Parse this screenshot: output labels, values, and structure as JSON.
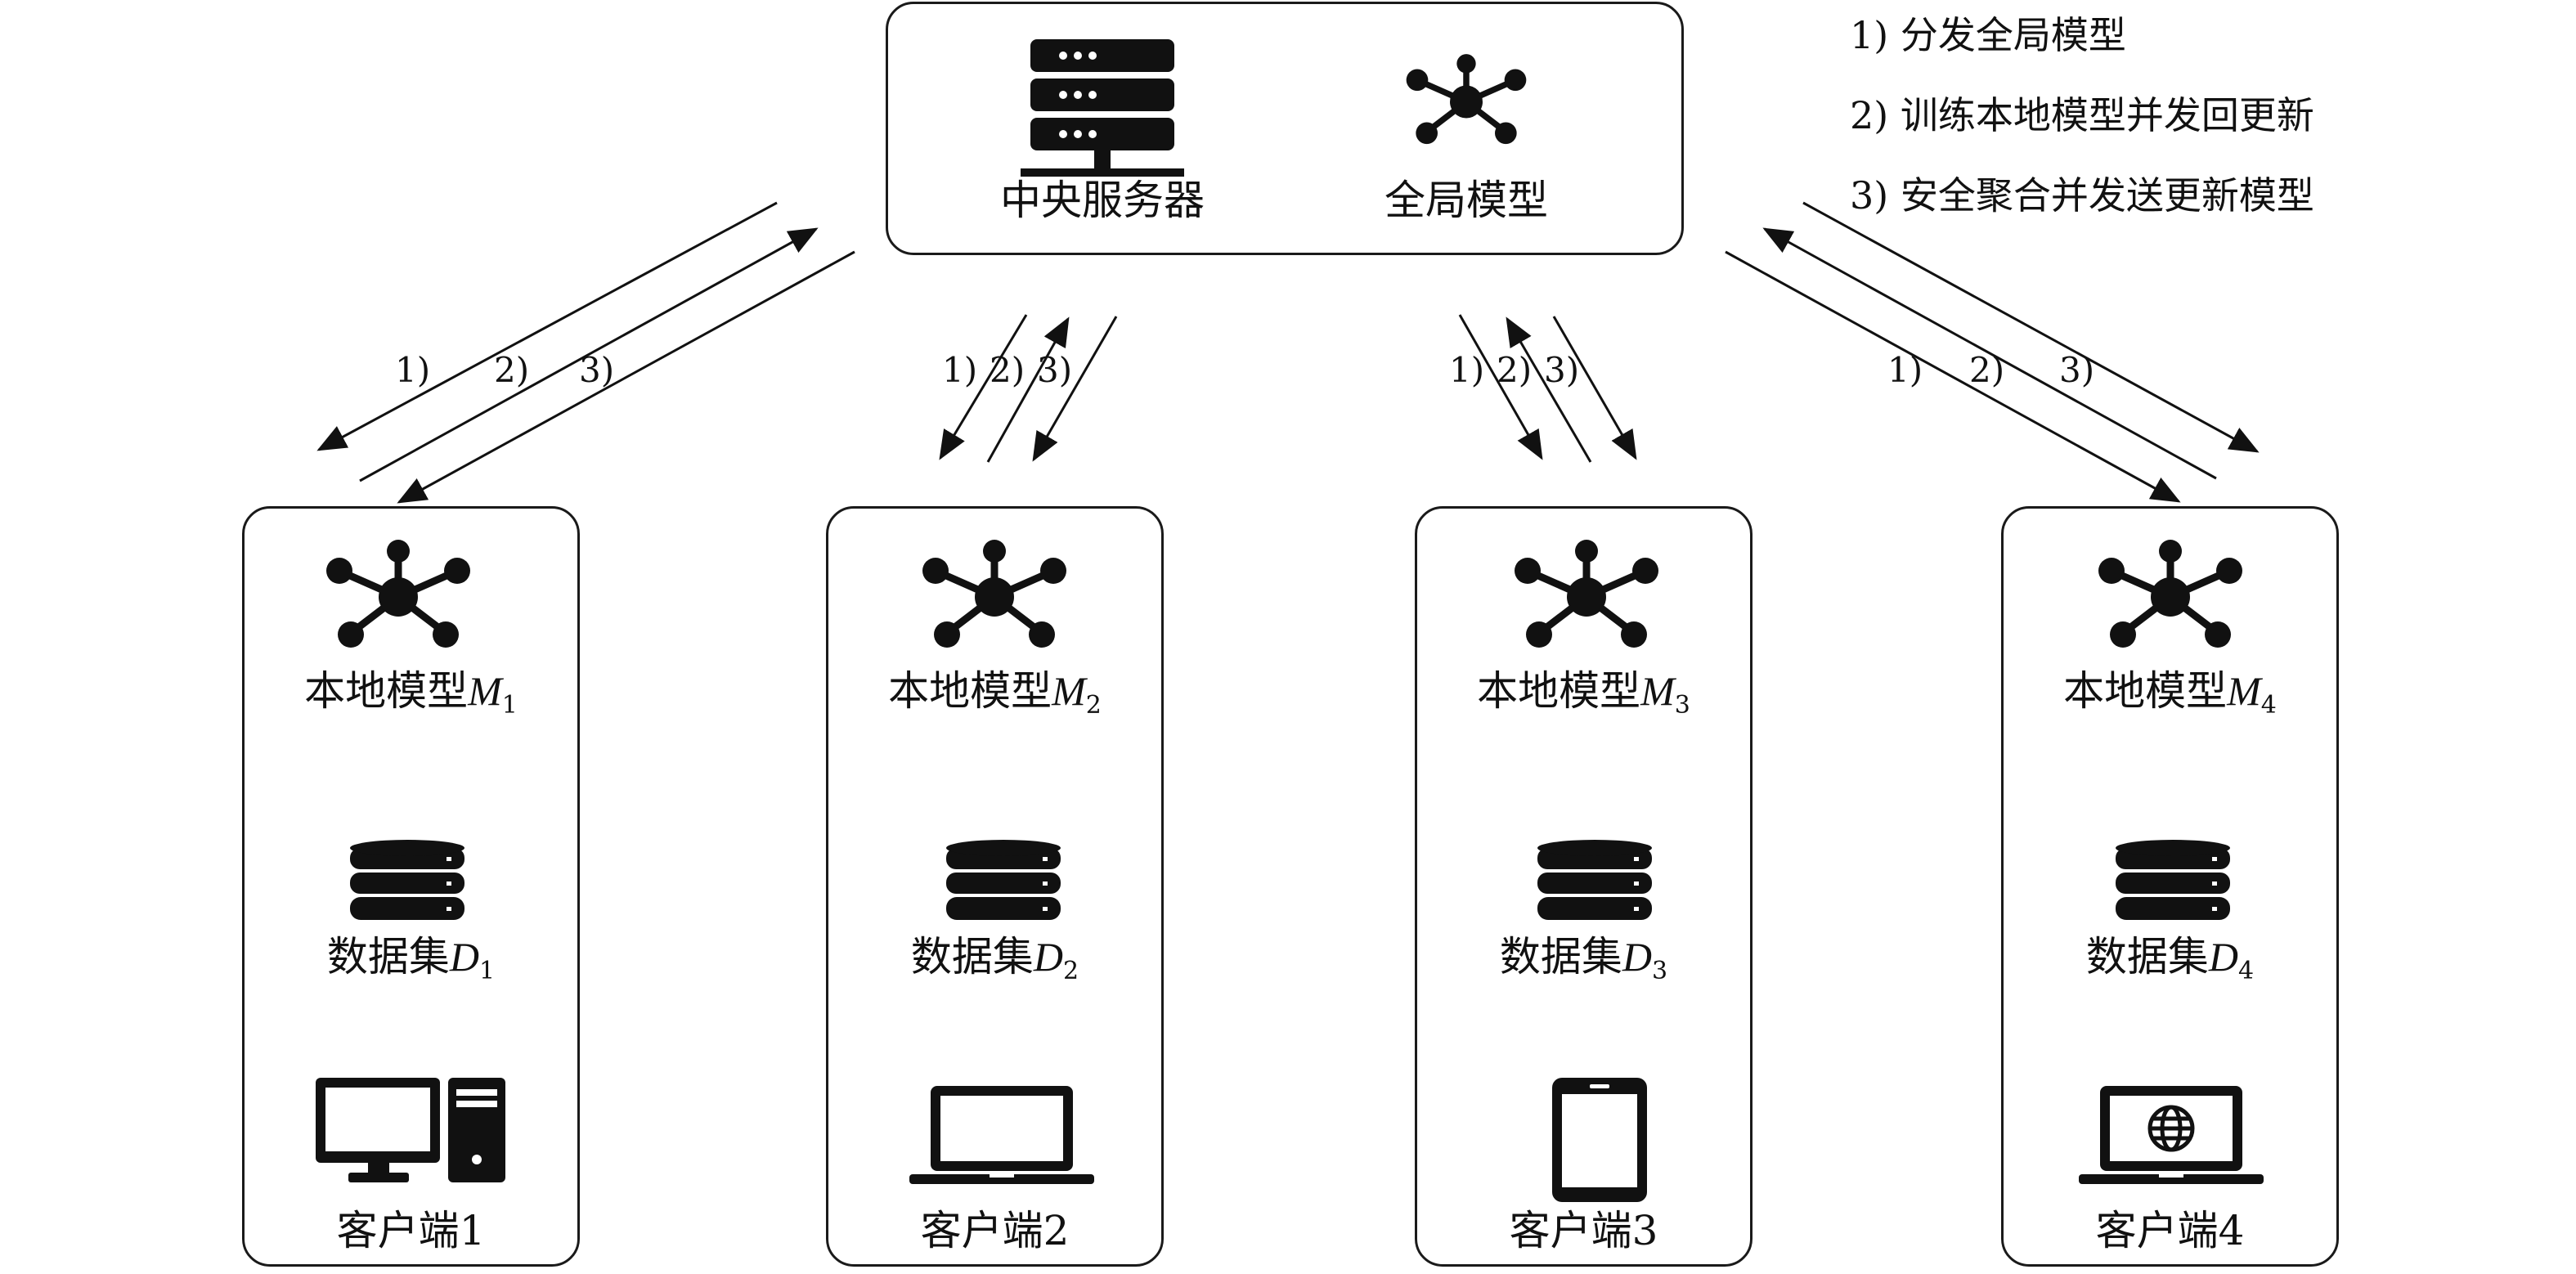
{
  "server": {
    "server_label": "中央服务器",
    "global_model_label": "全局模型"
  },
  "legend": [
    "1) 分发全局模型",
    "2) 训练本地模型并发回更新",
    "3) 安全聚合并发送更新模型"
  ],
  "arrow_labels": [
    "1)",
    "2)",
    "3)"
  ],
  "clients": [
    {
      "model_prefix": "本地模型",
      "model_var": "M",
      "model_sub": "1",
      "data_prefix": "数据集",
      "data_var": "D",
      "data_sub": "1",
      "name": "客户端1",
      "device_icon": "desktop-computer-icon"
    },
    {
      "model_prefix": "本地模型",
      "model_var": "M",
      "model_sub": "2",
      "data_prefix": "数据集",
      "data_var": "D",
      "data_sub": "2",
      "name": "客户端2",
      "device_icon": "laptop-icon"
    },
    {
      "model_prefix": "本地模型",
      "model_var": "M",
      "model_sub": "3",
      "data_prefix": "数据集",
      "data_var": "D",
      "data_sub": "3",
      "name": "客户端3",
      "device_icon": "tablet-icon"
    },
    {
      "model_prefix": "本地模型",
      "model_var": "M",
      "model_sub": "4",
      "data_prefix": "数据集",
      "data_var": "D",
      "data_sub": "4",
      "name": "客户端4",
      "device_icon": "laptop-globe-icon"
    }
  ]
}
